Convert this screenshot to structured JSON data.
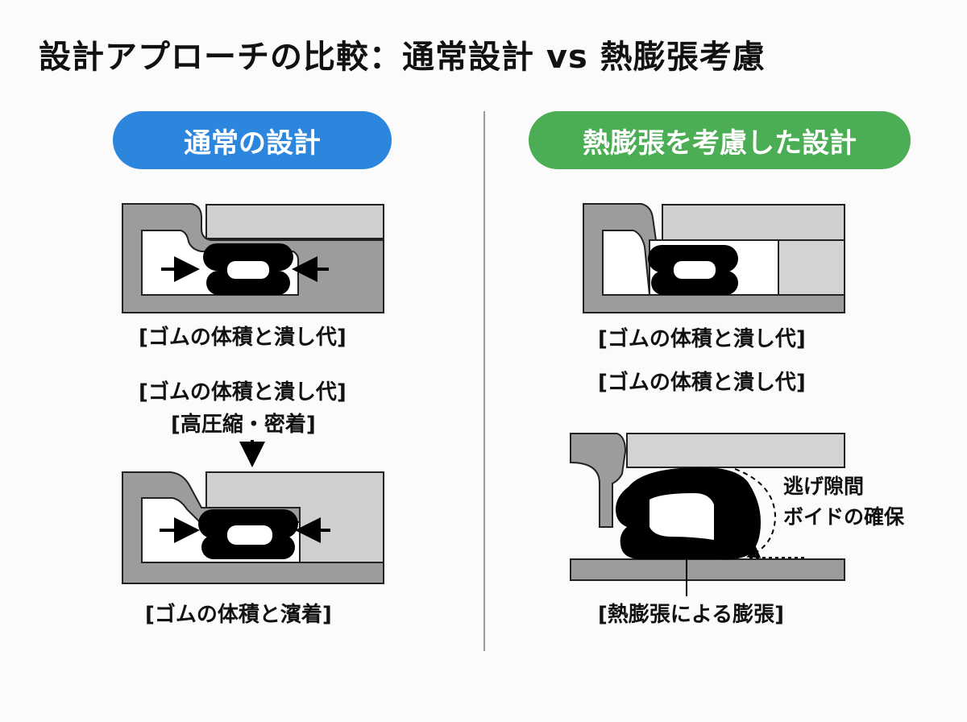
{
  "title": "設計アプローチの比較：通常設計 vs 熱膨張考慮",
  "left_panel": {
    "header": "通常の設計",
    "caption_top": "[ゴムの体積と潰し代]",
    "caption_mid_1": "[ゴムの体積と潰し代]",
    "caption_mid_2": "[高圧縮・密着]",
    "caption_bottom": "[ゴムの体積と濱着]"
  },
  "right_panel": {
    "header": "熱膨張を考慮した設計",
    "caption_top": "[ゴムの体積と潰し代]",
    "caption_mid": "[ゴムの体積と潰し代]",
    "annotation_line1": "逃げ隙間",
    "annotation_line2": "ボイドの確保",
    "caption_bottom": "[熱膨張による膨張]"
  },
  "colors": {
    "blue_pill": "#2d86dd",
    "green_pill": "#4cae54",
    "housing_dark": "#9c9c9c",
    "housing_light": "#cfcfcf",
    "seal": "#000000"
  }
}
